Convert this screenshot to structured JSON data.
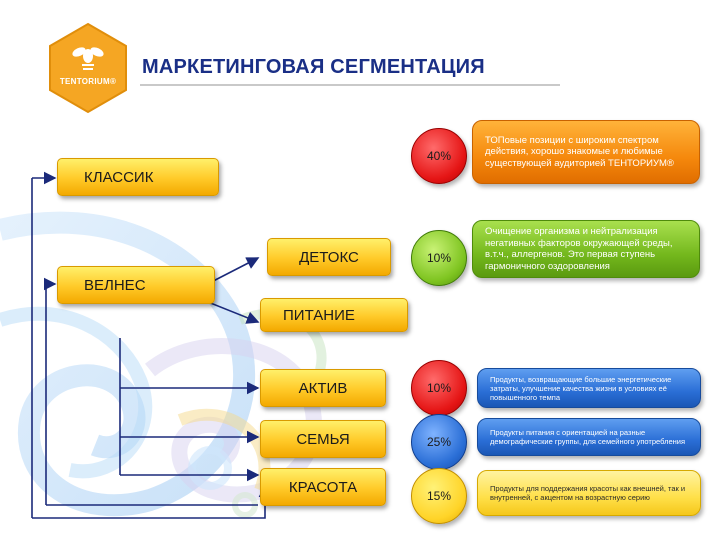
{
  "header": {
    "title": "МАРКЕТИНГОВАЯ СЕГМЕНТАЦИЯ",
    "logo_text": "TENTORIUM®"
  },
  "segments": {
    "klassik": "КЛАССИК",
    "velnes": "ВЕЛНЕС",
    "detoks": "ДЕТОКС",
    "pitanie": "ПИТАНИЕ",
    "aktiv": "АКТИВ",
    "semya": "СЕМЬЯ",
    "krasota": "КРАСОТА"
  },
  "percentages": {
    "klassik": "40%",
    "detoks": "10%",
    "aktiv": "10%",
    "semya": "25%",
    "krasota": "15%"
  },
  "descriptions": {
    "klassik": "ТОПовые позиции с широким спектром действия, хорошо знакомые и любимые существующей аудиторией ТЕНТОРИУМ®",
    "detoks": "Очищение организма и нейтрализация негативных факторов окружающей среды, в.т.ч., аллергенов. Это первая ступень гармоничного оздоровления",
    "aktiv": "Продукты, возвращающие большие энергетические затраты, улучшение качества жизни в условиях её повышенного темпа",
    "semya": "Продукты питания с ориентацией на разные демографические группы, для семейного употребления",
    "krasota": "Продукты для поддержания красоты как внешней, так и внутренней, с акцентом на возрастную серию"
  },
  "colors": {
    "title": "#1a2f86",
    "segment": "#ffc928",
    "logo": "#f5a623",
    "red": "#e51515",
    "green": "#7ec420",
    "blue": "#2a6ed6",
    "yellow": "#ffd428",
    "orange": "#f5880c"
  }
}
